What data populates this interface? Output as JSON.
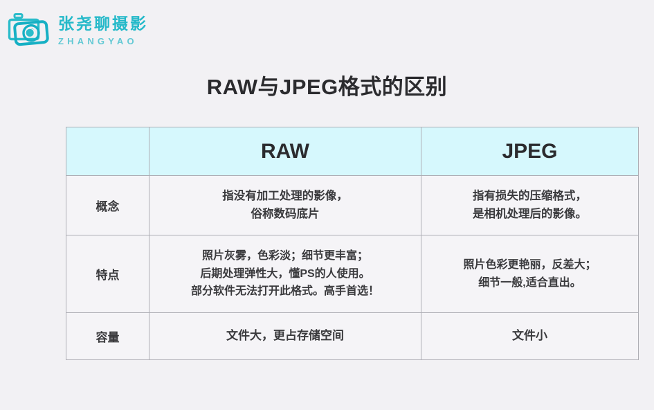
{
  "brand": {
    "logo_icon": "camera-icon",
    "name_cn": "张尧聊摄影",
    "name_en": "ZHANGYAO",
    "accent_color": "#25b9c9",
    "accent_color_light": "#62c9d4"
  },
  "slide": {
    "title": "RAW与JPEG格式的区别",
    "background_color": "#f2f1f4"
  },
  "table": {
    "header_background": "#d6f8fd",
    "border_color": "#adadb4",
    "cell_background": "#f5f4f7",
    "corner_label": "",
    "columns": [
      "RAW",
      "JPEG"
    ],
    "rows": [
      {
        "label": "概念",
        "raw": "指没有加工处理的影像，\n俗称数码底片",
        "jpeg": "指有损失的压缩格式，\n是相机处理后的影像。"
      },
      {
        "label": "特点",
        "raw": "照片灰雾，色彩淡；细节更丰富；\n后期处理弹性大，懂PS的人使用。\n部分软件无法打开此格式。高手首选！",
        "jpeg": "照片色彩更艳丽，反差大；\n细节一般,适合直出。"
      },
      {
        "label": "容量",
        "raw": "文件大，更占存储空间",
        "jpeg": "文件小"
      }
    ]
  }
}
